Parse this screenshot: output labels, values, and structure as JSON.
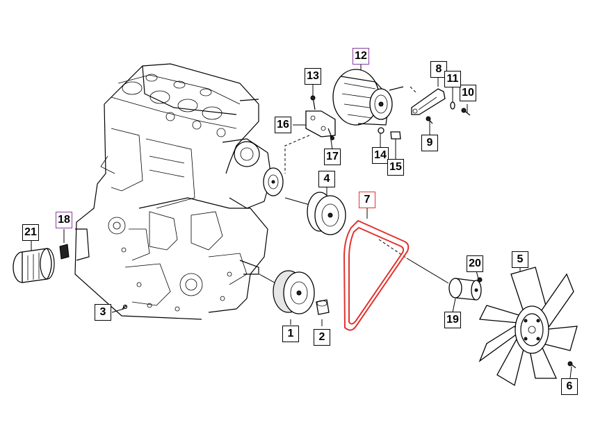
{
  "parts": [
    {
      "id": "p1",
      "number": "1"
    },
    {
      "id": "p2",
      "number": "2"
    },
    {
      "id": "p3",
      "number": "3"
    },
    {
      "id": "p4",
      "number": "4"
    },
    {
      "id": "p5",
      "number": "5"
    },
    {
      "id": "p6",
      "number": "6"
    },
    {
      "id": "p7",
      "number": "7"
    },
    {
      "id": "p8",
      "number": "8"
    },
    {
      "id": "p9",
      "number": "9"
    },
    {
      "id": "p10",
      "number": "10"
    },
    {
      "id": "p11",
      "number": "11"
    },
    {
      "id": "p12",
      "number": "12"
    },
    {
      "id": "p13",
      "number": "13"
    },
    {
      "id": "p14",
      "number": "14"
    },
    {
      "id": "p15",
      "number": "15"
    },
    {
      "id": "p16",
      "number": "16"
    },
    {
      "id": "p17",
      "number": "17"
    },
    {
      "id": "p18",
      "number": "18"
    },
    {
      "id": "p19",
      "number": "19"
    },
    {
      "id": "p20",
      "number": "20"
    },
    {
      "id": "p21",
      "number": "21"
    }
  ],
  "highlight_colors": {
    "selected_part": "#e0332f",
    "related_part": "#8a3b9e"
  },
  "selected_part_number": "7"
}
